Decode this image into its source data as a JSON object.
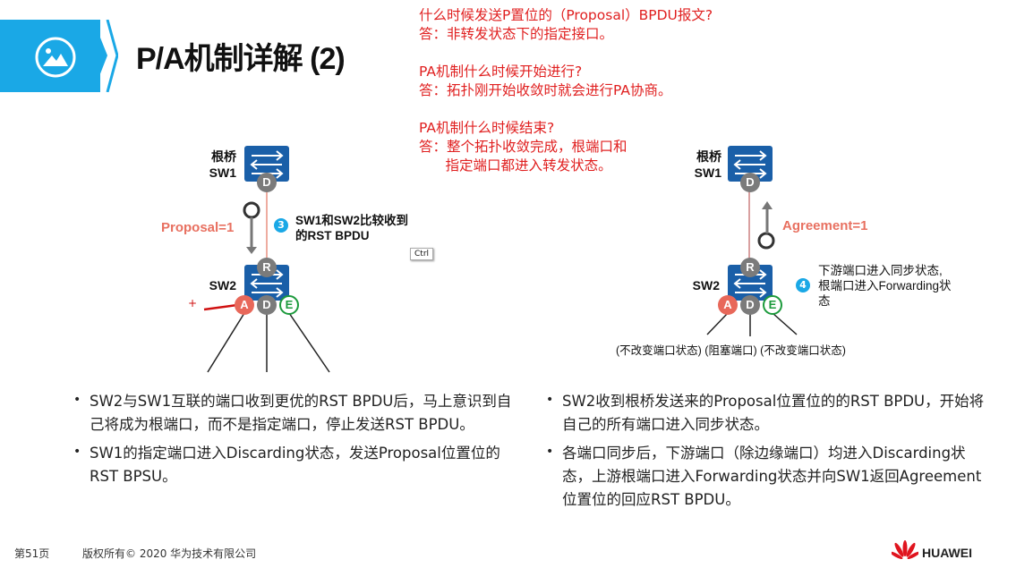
{
  "header": {
    "title": "P/A机制详解 (2)",
    "icon": "image-icon",
    "accent": "#1aa8e6"
  },
  "qa": [
    {
      "q": "什么时候发送P置位的（Proposal）BPDU报文?",
      "a": [
        "答：非转发状态下的指定接口。"
      ]
    },
    {
      "q": "PA机制什么时候开始进行?",
      "a": [
        "答：拓扑刚开始收敛时就会进行PA协商。"
      ]
    },
    {
      "q": "PA机制什么时候结束?",
      "a": [
        "答：整个拓扑收敛完成，根端口和",
        "      指定端口都进入转发状态。"
      ]
    }
  ],
  "left_diagram": {
    "root_label": "根桥",
    "sw1": "SW1",
    "sw2": "SW2",
    "sw1_port": "D",
    "sw2_up_port": "R",
    "sw2_ports": [
      "A",
      "D",
      "E"
    ],
    "message": "Proposal=1",
    "step": "3",
    "step_text": [
      "SW1和SW2比较收到",
      "的RST BPDU"
    ],
    "plus": "+",
    "ctrl": "Ctrl"
  },
  "right_diagram": {
    "root_label": "根桥",
    "sw1": "SW1",
    "sw2": "SW2",
    "sw1_port": "D",
    "sw2_up_port": "R",
    "sw2_ports": [
      "A",
      "D",
      "E"
    ],
    "message": "Agreement=1",
    "step": "4",
    "step_text": [
      "下游端口进入同步状态,",
      "根端口进入Forwarding状",
      "态"
    ],
    "port_notes": "(不改变端口状态) (阻塞端口) (不改变端口状态)"
  },
  "left_bullets": [
    "SW2与SW1互联的端口收到更优的RST BPDU后，马上意识到自己将成为根端口，而不是指定端口，停止发送RST BPDU。",
    "SW1的指定端口进入Discarding状态，发送Proposal位置位的RST BPSU。"
  ],
  "right_bullets": [
    "SW2收到根桥发送来的Proposal位置位的的RST BPDU，开始将自己的所有端口进入同步状态。",
    "各端口同步后，下游端口（除边缘端口）均进入Discarding状态，上游根端口进入Forwarding状态并向SW1返回Agreement位置位的回应RST BPDU。"
  ],
  "footer": {
    "page": "第51页",
    "copyright": "版权所有© 2020 华为技术有限公司",
    "brand": "HUAWEI",
    "brand_color": "#e0141e"
  }
}
